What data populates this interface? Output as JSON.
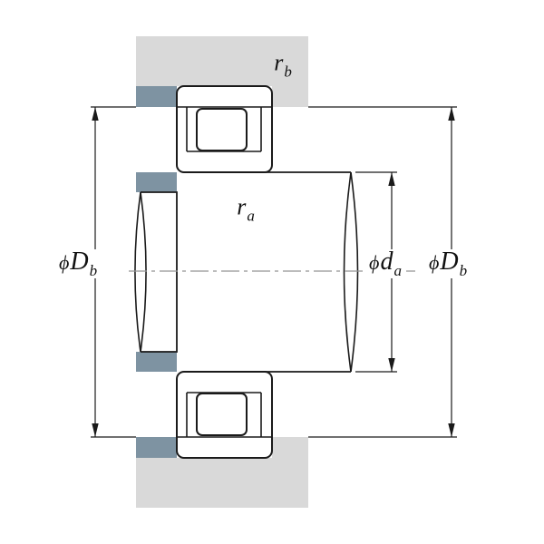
{
  "labels": {
    "fillet_top": {
      "letter": "r",
      "sub": "b"
    },
    "fillet_mid": {
      "letter": "r",
      "sub": "a"
    },
    "dim_left": {
      "phi": "ϕ",
      "letter": "D",
      "sub": "b"
    },
    "dim_shaft": {
      "phi": "ϕ",
      "letter": "d",
      "sub": "a"
    },
    "dim_right": {
      "phi": "ϕ",
      "letter": "D",
      "sub": "b"
    }
  },
  "colors": {
    "housing-gray": "#d9d9d9",
    "shoulder-slate": "#7e93a2",
    "line-black": "#1a1a1a",
    "centerline-gray": "#949494",
    "background": "#ffffff"
  }
}
